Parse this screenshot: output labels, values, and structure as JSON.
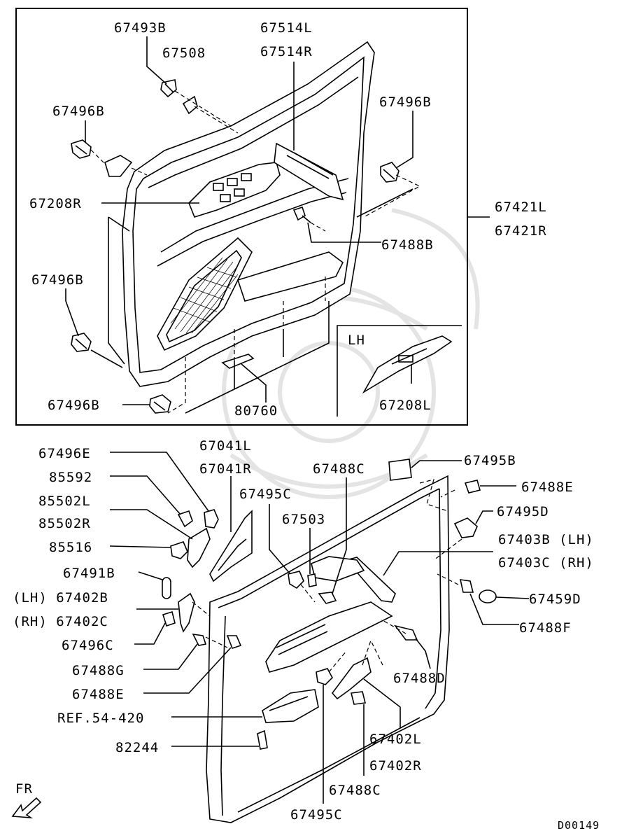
{
  "diagram": {
    "colors": {
      "line": "#000000",
      "background": "#ffffff",
      "watermark": "#e4e4e4"
    },
    "upper_panel": {
      "labels": {
        "p67493B": "67493B",
        "p67508": "67508",
        "p67514L": "67514L",
        "p67514R": "67514R",
        "p67496B_a": "67496B",
        "p67496B_b": "67496B",
        "p67208R": "67208R",
        "p67421L": "67421L",
        "p67421R": "67421R",
        "p67488B": "67488B",
        "p67496B_c": "67496B",
        "p67496B_d": "67496B",
        "p80760": "80760"
      },
      "inset": {
        "title": "LH",
        "part": "67208L"
      }
    },
    "lower_panel": {
      "labels": {
        "p67496E": "67496E",
        "p85592": "85592",
        "p85502L": "85502L",
        "p85502R": "85502R",
        "p85516": "85516",
        "p67491B": "67491B",
        "p67402B": "(LH) 67402B",
        "p67402C": "(RH) 67402C",
        "p67496C": "67496C",
        "p67488G": "67488G",
        "p67488E_a": "67488E",
        "pREF": "REF.54-420",
        "p82244": "82244",
        "p67041L": "67041L",
        "p67041R": "67041R",
        "p67495C_a": "67495C",
        "p67503": "67503",
        "p67488C_a": "67488C",
        "p67495B": "67495B",
        "p67488E_b": "67488E",
        "p67495D": "67495D",
        "p67403B": "67403B (LH)",
        "p67403C": "67403C (RH)",
        "p67459D": "67459D",
        "p67488F": "67488F",
        "p67488D": "67488D",
        "p67402L": "67402L",
        "p67402R": "67402R",
        "p67488C_b": "67488C",
        "p67495C_b": "67495C"
      }
    },
    "direction_label": "FR",
    "drawing_code": "D00149"
  }
}
